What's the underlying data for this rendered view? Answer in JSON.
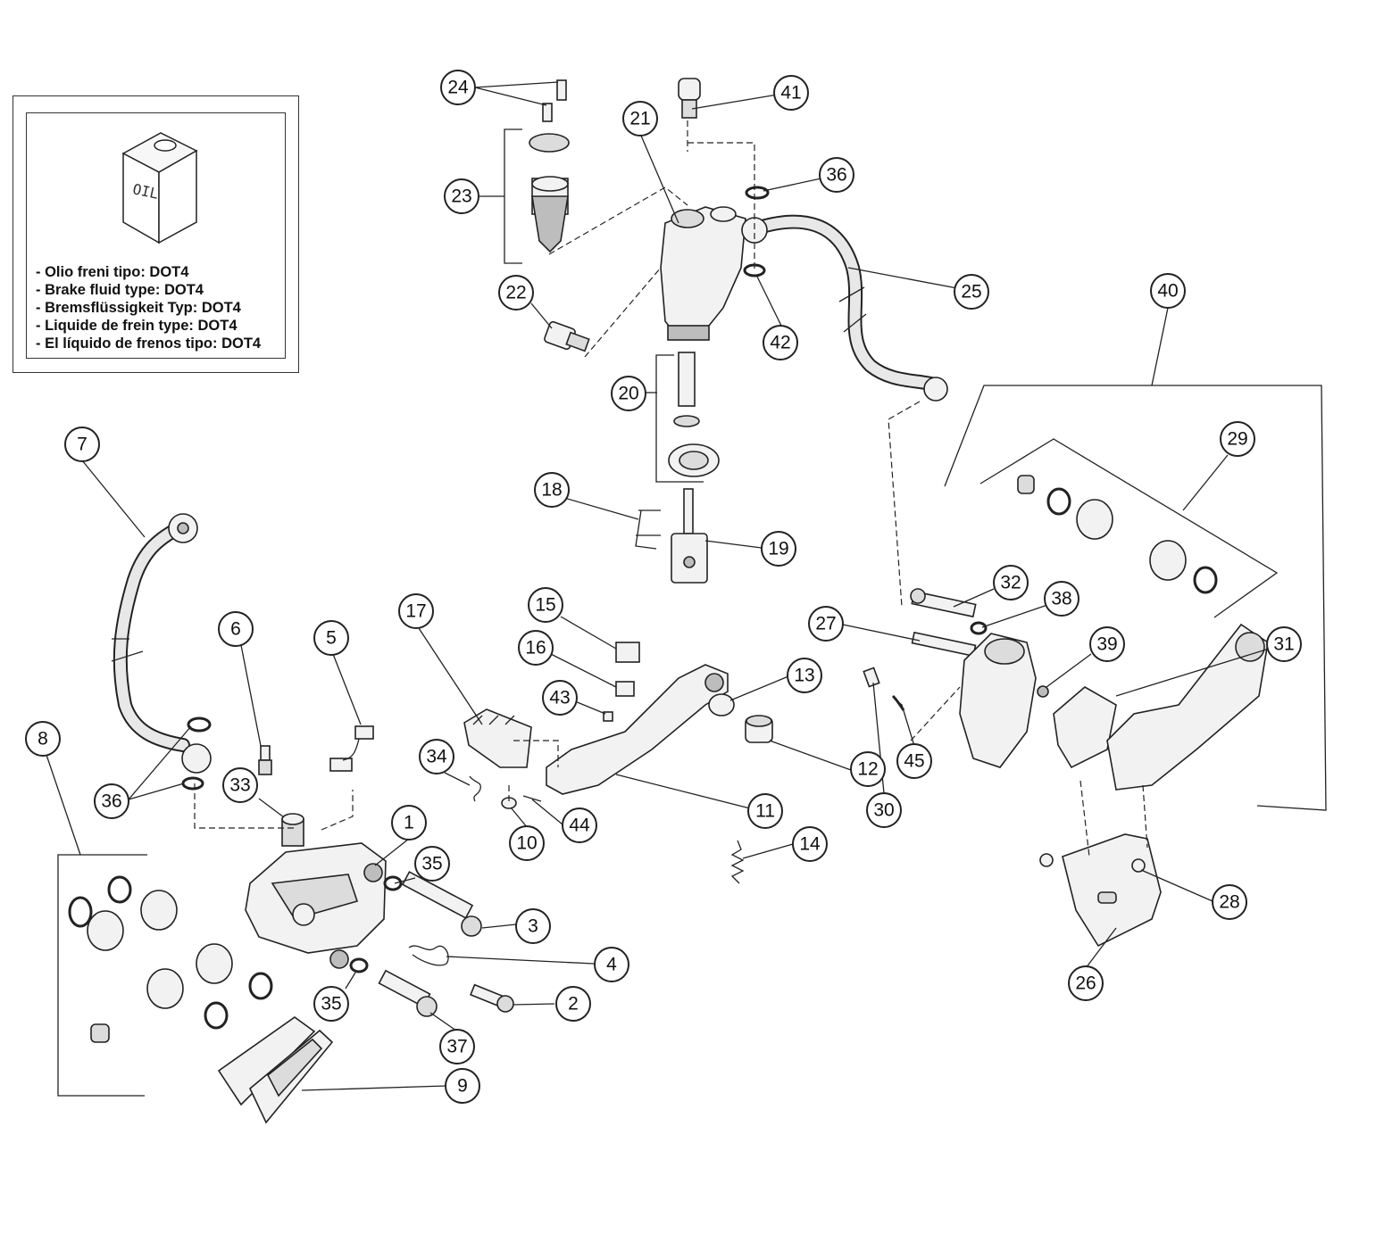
{
  "legend": {
    "oil_can_text": "OIL",
    "lines": [
      "- Olio freni tipo: DOT4",
      "- Brake fluid type: DOT4",
      "- Bremsflüssigkeit Typ: DOT4",
      "- Liquide de frein type: DOT4",
      "- El líquido de frenos tipo: DOT4"
    ]
  },
  "callouts": [
    {
      "id": "c1",
      "label": "1"
    },
    {
      "id": "c2",
      "label": "2"
    },
    {
      "id": "c3",
      "label": "3"
    },
    {
      "id": "c4",
      "label": "4"
    },
    {
      "id": "c5",
      "label": "5"
    },
    {
      "id": "c6",
      "label": "6"
    },
    {
      "id": "c7",
      "label": "7"
    },
    {
      "id": "c8",
      "label": "8"
    },
    {
      "id": "c9",
      "label": "9"
    },
    {
      "id": "c10",
      "label": "10"
    },
    {
      "id": "c11",
      "label": "11"
    },
    {
      "id": "c12",
      "label": "12"
    },
    {
      "id": "c13",
      "label": "13"
    },
    {
      "id": "c14",
      "label": "14"
    },
    {
      "id": "c15",
      "label": "15"
    },
    {
      "id": "c16",
      "label": "16"
    },
    {
      "id": "c17",
      "label": "17"
    },
    {
      "id": "c18",
      "label": "18"
    },
    {
      "id": "c19",
      "label": "19"
    },
    {
      "id": "c20",
      "label": "20"
    },
    {
      "id": "c21",
      "label": "21"
    },
    {
      "id": "c22",
      "label": "22"
    },
    {
      "id": "c23",
      "label": "23"
    },
    {
      "id": "c24",
      "label": "24"
    },
    {
      "id": "c25",
      "label": "25"
    },
    {
      "id": "c26",
      "label": "26"
    },
    {
      "id": "c27",
      "label": "27"
    },
    {
      "id": "c28",
      "label": "28"
    },
    {
      "id": "c29",
      "label": "29"
    },
    {
      "id": "c30",
      "label": "30"
    },
    {
      "id": "c31",
      "label": "31"
    },
    {
      "id": "c32",
      "label": "32"
    },
    {
      "id": "c33",
      "label": "33"
    },
    {
      "id": "c34",
      "label": "34"
    },
    {
      "id": "c35a",
      "label": "35"
    },
    {
      "id": "c35b",
      "label": "35"
    },
    {
      "id": "c36a",
      "label": "36"
    },
    {
      "id": "c36b",
      "label": "36"
    },
    {
      "id": "c37",
      "label": "37"
    },
    {
      "id": "c38",
      "label": "38"
    },
    {
      "id": "c39",
      "label": "39"
    },
    {
      "id": "c40",
      "label": "40"
    },
    {
      "id": "c41",
      "label": "41"
    },
    {
      "id": "c42",
      "label": "42"
    },
    {
      "id": "c43",
      "label": "43"
    },
    {
      "id": "c44",
      "label": "44"
    },
    {
      "id": "c45",
      "label": "45"
    }
  ]
}
